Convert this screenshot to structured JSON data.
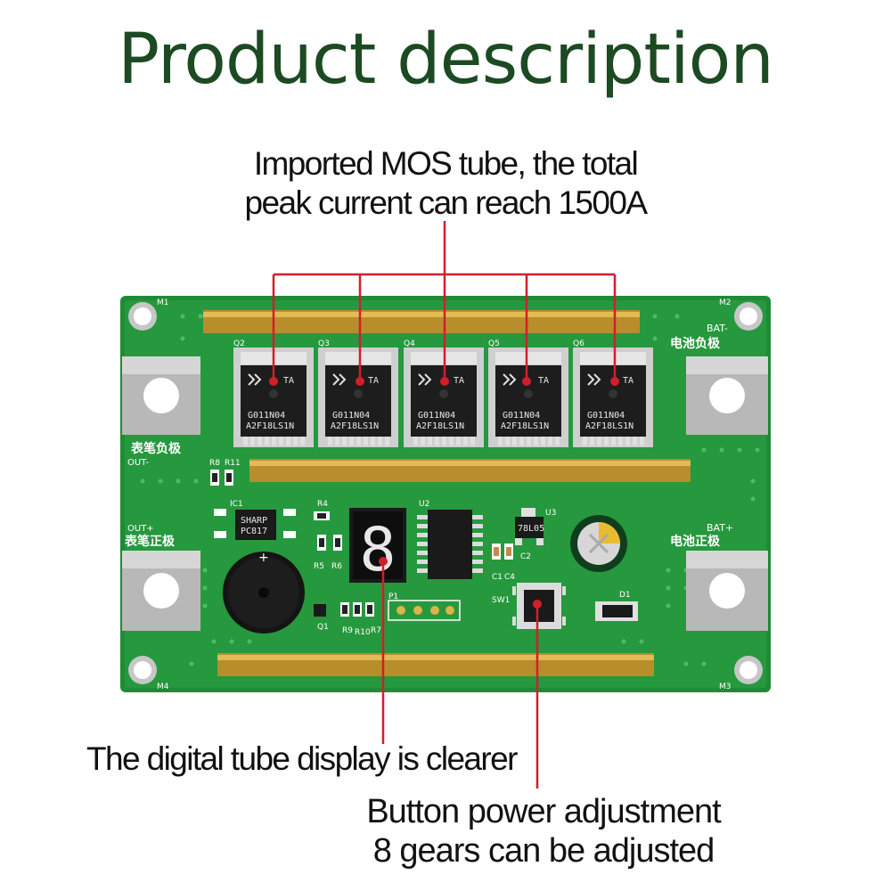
{
  "title": "Product description",
  "callouts": {
    "mos": {
      "line1": "Imported MOS tube, the total",
      "line2": "peak current can reach 1500A"
    },
    "display": {
      "line1": "The digital tube display is clearer"
    },
    "button": {
      "line1": "Button power adjustment",
      "line2": "8 gears can be adjusted"
    }
  },
  "board": {
    "mount_labels": [
      "M1",
      "M2",
      "M3",
      "M4"
    ],
    "pad_labels": {
      "bat_neg": "BAT-",
      "bat_neg_cn": "电池负极",
      "bat_pos": "BAT+",
      "bat_pos_cn": "电池正极",
      "out_neg_cn": "表笔负极",
      "out_neg": "OUT-",
      "out_pos": "OUT+",
      "out_pos_cn": "表笔正极"
    },
    "mosfets": [
      {
        "ref": "Q2",
        "part": "G011N04",
        "lot": "A2F18LS1N",
        "logo": "TA"
      },
      {
        "ref": "Q3",
        "part": "G011N04",
        "lot": "A2F18LS1N",
        "logo": "TA"
      },
      {
        "ref": "Q4",
        "part": "G011N04",
        "lot": "A2F18LS1N",
        "logo": "TA"
      },
      {
        "ref": "Q5",
        "part": "G011N04",
        "lot": "A2F18LS1N",
        "logo": "TA"
      },
      {
        "ref": "Q6",
        "part": "G011N04",
        "lot": "A2F18LS1N",
        "logo": "TA"
      }
    ],
    "refs": {
      "ic1": "IC1",
      "r8": "R8",
      "r11": "R11",
      "r4": "R4",
      "r5": "R5",
      "r6": "R6",
      "u2": "U2",
      "u3": "U3",
      "c1": "C1",
      "c2": "C2",
      "c4": "C4",
      "sw1": "SW1",
      "d1": "D1",
      "p1": "P1",
      "q1": "Q1",
      "r9": "R9",
      "r10": "R10",
      "r7": "R7"
    },
    "ic1_marking": "SHARP",
    "ic1_part": "PC817",
    "u3_marking": "78L05",
    "display_digit": "8"
  }
}
